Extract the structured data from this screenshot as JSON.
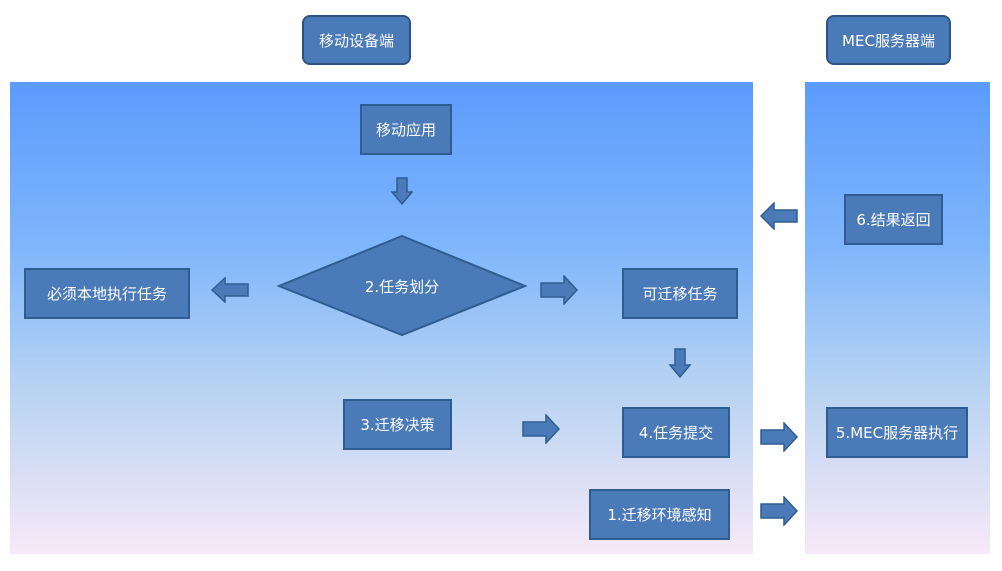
{
  "headers": {
    "mobile": "移动设备端",
    "mec": "MEC服务器端"
  },
  "nodes": {
    "mobile_app": "移动应用",
    "task_partition": "2.任务划分",
    "local_task": "必须本地执行任务",
    "offloadable_task": "可迁移任务",
    "offload_decision": "3.迁移决策",
    "task_submit": "4.任务提交",
    "env_sensing": "1.迁移环境感知",
    "result_return": "6.结果返回",
    "mec_execute": "5.MEC服务器执行"
  },
  "colors": {
    "box_fill": "#4a7ab8",
    "box_border": "#2f5d91",
    "arrow_fill": "#4a7ab8",
    "panel_top": "#5b9bfd",
    "panel_bottom": "#f7e9f7"
  },
  "icons": {
    "arrow": "block-arrow"
  }
}
